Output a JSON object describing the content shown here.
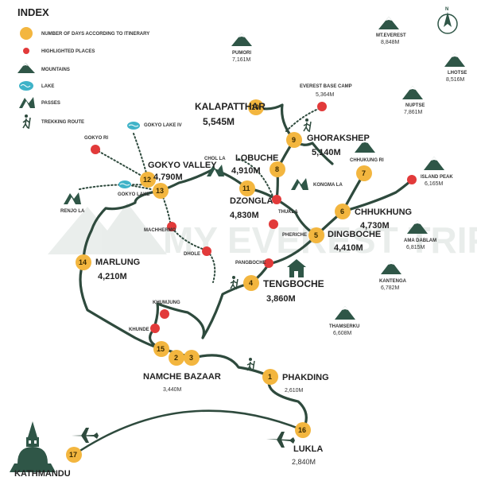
{
  "index": {
    "title": "INDEX",
    "items": [
      {
        "label": "NUMBER OF DAYS ACCORDING TO ITINERARY",
        "icon": "yellow-circle-icon"
      },
      {
        "label": "HIGHLIGHTED PLACES",
        "icon": "red-dot-icon"
      },
      {
        "label": "MOUNTAINS",
        "icon": "mountain-icon"
      },
      {
        "label": "LAKE",
        "icon": "lake-icon"
      },
      {
        "label": "PASSES",
        "icon": "pass-icon"
      },
      {
        "label": "TREKKING ROUTE",
        "icon": "hiker-icon"
      }
    ]
  },
  "colors": {
    "route": "#2e4a3d",
    "day": "#f3b63f",
    "highlight": "#e23a3a",
    "mountain": "#2f5647",
    "lake": "#3fb3c8",
    "text": "#222222"
  },
  "watermark": "MY EVEREST TRIP",
  "compass": {
    "label": "N"
  },
  "day_stops": [
    {
      "day": "1",
      "name": "PHAKDING",
      "elev": "2,610M"
    },
    {
      "day": "2",
      "name": "NAMCHE BAZAAR",
      "elev": "3,440M"
    },
    {
      "day": "4",
      "name": "TENGBOCHE",
      "elev": "3,860M"
    },
    {
      "day": "5",
      "name": "DINGBOCHE",
      "elev": "4,410M"
    },
    {
      "day": "6",
      "name": "CHHUKHUNG",
      "elev": "4,730M"
    },
    {
      "day": "8",
      "name": "LOBUCHE",
      "elev": "4,910M"
    },
    {
      "day": "9",
      "name": "GHORAKSHEP",
      "elev": "5,140M"
    },
    {
      "day": "10",
      "name": "KALAPATTHAR",
      "elev": "5,545M"
    },
    {
      "day": "11",
      "name": "DZONGLA",
      "elev": "4,830M"
    },
    {
      "day": "13",
      "name": "GOKYO VALLEY",
      "elev": "4,790M"
    },
    {
      "day": "14",
      "name": "MARLUNG",
      "elev": "4,210M"
    },
    {
      "day": "16",
      "name": "LUKLA",
      "elev": "2,840M"
    },
    {
      "day": "17",
      "name": "KATHMANDU",
      "elev": ""
    }
  ],
  "extra_days": [
    "3",
    "7",
    "12",
    "15"
  ],
  "mountains": [
    {
      "name": "PUMORI",
      "elev": "7,161M"
    },
    {
      "name": "MT.EVEREST",
      "elev": "8,848M"
    },
    {
      "name": "LHOTSE",
      "elev": "8,516M"
    },
    {
      "name": "NUPTSE",
      "elev": "7,861M"
    },
    {
      "name": "ISLAND PEAK",
      "elev": "6,165M"
    },
    {
      "name": "AMA DABLAM",
      "elev": "6,815M"
    },
    {
      "name": "KANTENGA",
      "elev": "6,782M"
    },
    {
      "name": "THAMSERKU",
      "elev": "6,608M"
    }
  ],
  "highlights": [
    {
      "name": "EVEREST BASE CAMP",
      "elev": "5,364M"
    },
    {
      "name": "GOKYO RI"
    },
    {
      "name": "THUKLA"
    },
    {
      "name": "PHERICHE"
    },
    {
      "name": "PANGBOCHE"
    },
    {
      "name": "MACHHERMO"
    },
    {
      "name": "DHOLE"
    },
    {
      "name": "KHUMJUNG"
    },
    {
      "name": "KHUNDE"
    },
    {
      "name": "CHHUKUNG RI"
    }
  ],
  "passes": [
    {
      "name": "CHOL LA"
    },
    {
      "name": "KONGMA LA"
    },
    {
      "name": "RENJO LA"
    }
  ],
  "lakes": [
    {
      "name": "GOKYO LAKE IV"
    },
    {
      "name": "GOKYO LAKE"
    }
  ]
}
